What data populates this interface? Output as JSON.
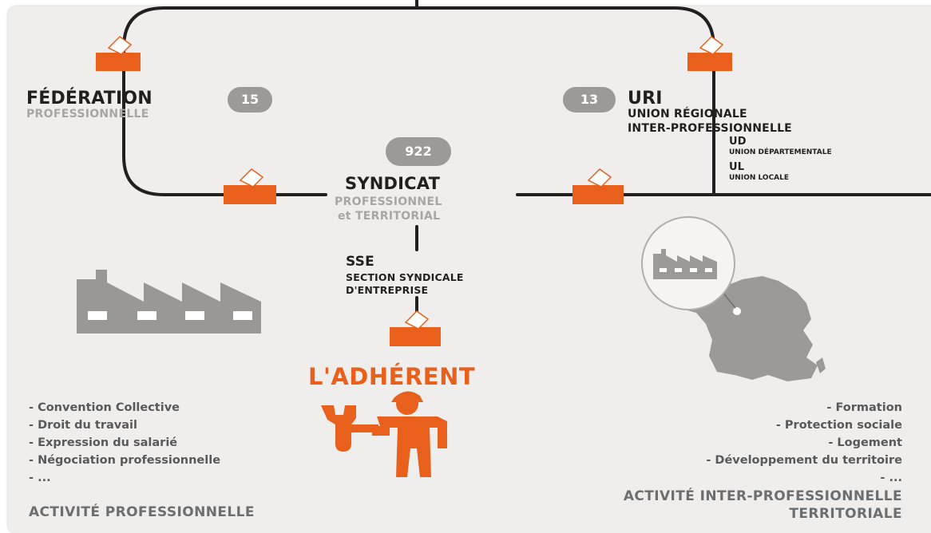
{
  "federation": {
    "title": "FÉDÉRATION",
    "subtitle": "PROFESSIONNELLE",
    "count": "15"
  },
  "uri": {
    "count": "13",
    "title": "URI",
    "line1": "UNION RÉGIONALE",
    "line2": "INTER-PROFESSIONNELLE",
    "ud": "UD",
    "ud_label": "UNION DÉPARTEMENTALE",
    "ul": "UL",
    "ul_label": "UNION LOCALE"
  },
  "syndicat": {
    "count": "922",
    "title": "SYNDICAT",
    "line1": "PROFESSIONNEL",
    "line2": "et TERRITORIAL"
  },
  "sse": {
    "title": "SSE",
    "line1": "SECTION SYNDICALE",
    "line2": "D'ENTREPRISE"
  },
  "adherent": {
    "title": "L'ADHÉRENT"
  },
  "left_list": [
    "- Convention Collective",
    "- Droit du travail",
    "- Expression du salarié",
    "- Négociation professionnelle",
    "- ..."
  ],
  "right_list": [
    "- Formation",
    "- Protection sociale",
    "- Logement",
    "- Développement du territoire",
    "- ..."
  ],
  "activity_left": "ACTIVITÉ PROFESSIONNELLE",
  "activity_right_1": "ACTIVITÉ INTER-PROFESSIONNELLE",
  "activity_right_2": "TERRITORIALE",
  "colors": {
    "accent": "#e8601c",
    "dark": "#231f20",
    "grey": "#9c9a99",
    "light_grey": "#a8a6a5",
    "panel": "#efeeed"
  },
  "icons": [
    "ballot-box-icon",
    "factory-icon",
    "france-map-icon",
    "worker-icon"
  ]
}
